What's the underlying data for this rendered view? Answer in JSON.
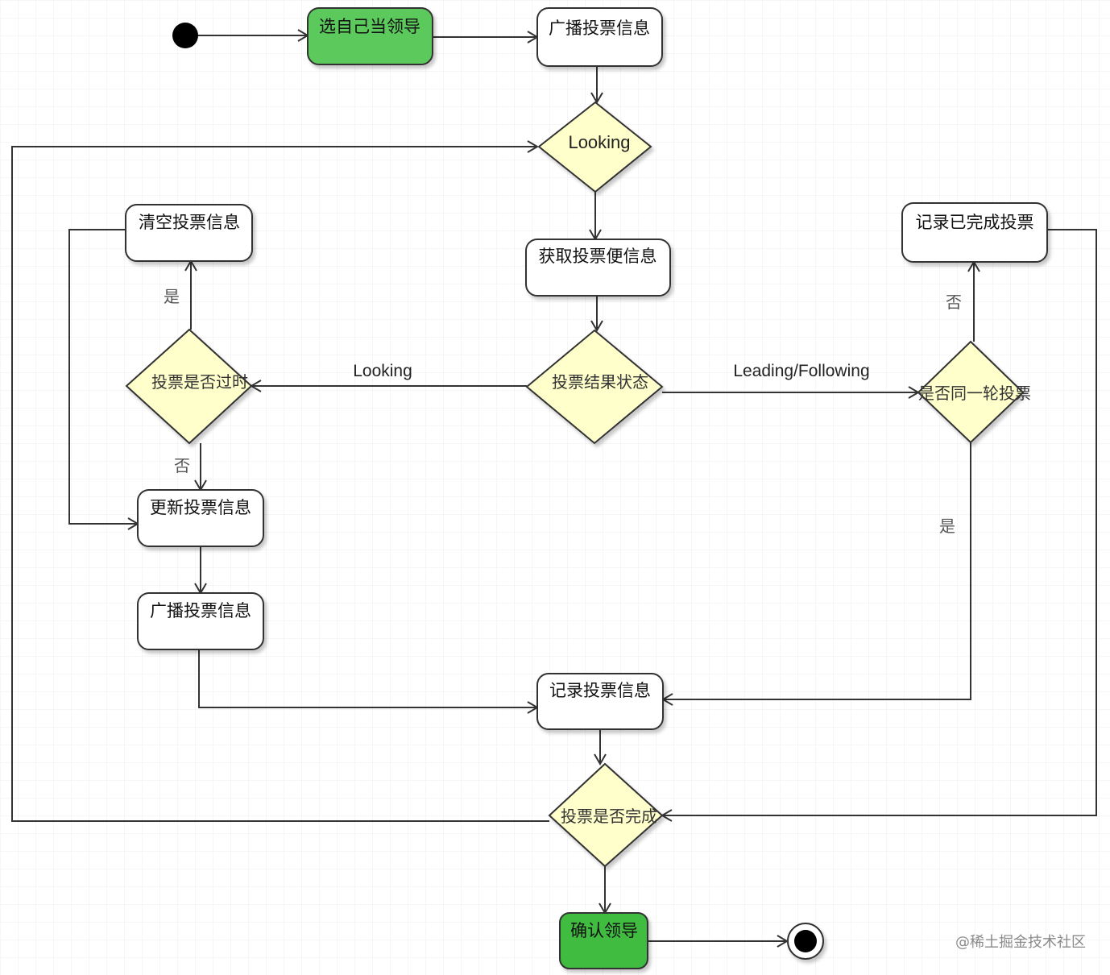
{
  "diagram": {
    "nodes": {
      "select_self": "选自己当领导",
      "broadcast_1": "广播投票信息",
      "looking_top": "Looking",
      "get_votes": "获取投票便信息",
      "vote_state": "投票结果状态",
      "expired": "投票是否过时",
      "clear_votes": "清空投票信息",
      "update_votes": "更新投票信息",
      "broadcast_2": "广播投票信息",
      "same_round": "是否同一轮投票",
      "record_done": "记录已完成投票",
      "record_votes": "记录投票信息",
      "vote_complete": "投票是否完成",
      "confirm_leader": "确认领导"
    },
    "edge_labels": {
      "looking": "Looking",
      "leading_following": "Leading/Following",
      "expired_yes": "是",
      "expired_no": "否",
      "same_round_no": "否",
      "same_round_yes": "是"
    },
    "colors": {
      "action_green": "#5cc95c",
      "decision_fill": "#ffffcc",
      "node_fill": "#ffffff",
      "stroke": "#333333",
      "grid": "#ececec"
    }
  },
  "watermark": "@稀土掘金技术社区"
}
